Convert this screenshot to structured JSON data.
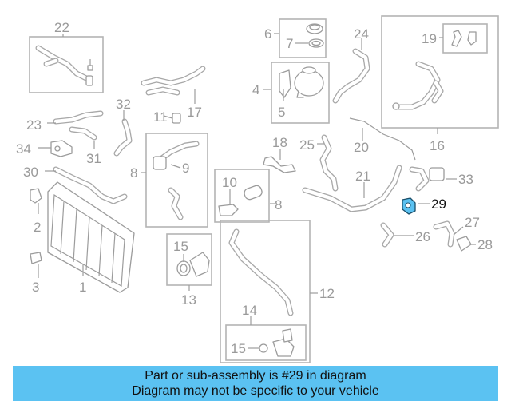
{
  "diagram": {
    "callouts": [
      "22",
      "6",
      "7",
      "24",
      "19",
      "4",
      "5",
      "17",
      "11",
      "32",
      "23",
      "34",
      "31",
      "18",
      "25",
      "20",
      "16",
      "8",
      "9",
      "30",
      "10",
      "21",
      "33",
      "29",
      "2",
      "8",
      "27",
      "26",
      "28",
      "15",
      "3",
      "1",
      "13",
      "12",
      "14",
      "15"
    ],
    "highlighted_part": "29",
    "highlight_color": "#5bc2f2"
  },
  "banner": {
    "line1": "Part or sub-assembly is #29 in diagram",
    "line2": "Diagram may not be specific to your vehicle",
    "color": "#5bc2f2"
  }
}
